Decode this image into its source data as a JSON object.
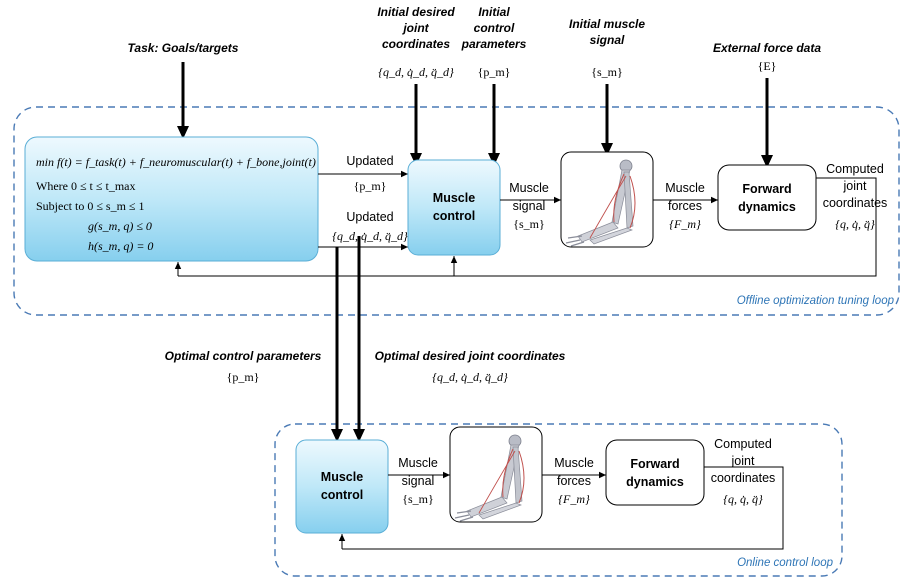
{
  "top_inputs": {
    "task": "Task: Goals/targets",
    "initial_joint": [
      "Initial desired",
      "joint",
      "coordinates"
    ],
    "initial_joint_math": "{q_d, q̇_d, q̈_d}",
    "initial_control": [
      "Initial",
      "control",
      "parameters"
    ],
    "initial_control_math": "{p_m}",
    "initial_signal": [
      "Initial muscle",
      "signal"
    ],
    "initial_signal_math": "{s_m}",
    "external_force": "External force data",
    "external_force_math": "{E}"
  },
  "objective": {
    "line1": "min f(t) = f_task(t) + f_neuromuscular(t) + f_bone,joint(t)",
    "line2": "Where 0 ≤ t ≤ t_max",
    "line3": "Subject to 0 ≤ s_m ≤ 1",
    "line4": "g(s_m, q) ≤ 0",
    "line5": "h(s_m, q) = 0"
  },
  "offline": {
    "updated_label": "Updated",
    "updated_p": "{p_m}",
    "updated_q": "{q_d, q̇_d, q̈_d}",
    "muscle_control": [
      "Muscle",
      "control"
    ],
    "muscle_signal": [
      "Muscle",
      "signal"
    ],
    "signal_math": "{s_m}",
    "muscle_forces": [
      "Muscle",
      "forces"
    ],
    "forces_math": "{F_m}",
    "forward_dynamics": [
      "Forward",
      "dynamics"
    ],
    "computed": [
      "Computed",
      "joint",
      "coordinates"
    ],
    "computed_math": "{q, q̇, q̈}",
    "loop_label": "Offline optimization tuning loop"
  },
  "middle": {
    "optimal_control": "Optimal control  parameters",
    "optimal_control_math": "{p_m}",
    "optimal_joint": "Optimal desired joint coordinates",
    "optimal_joint_math": "{q_d, q̇_d, q̈_d}"
  },
  "online": {
    "muscle_control": [
      "Muscle",
      "control"
    ],
    "muscle_signal": [
      "Muscle",
      "signal"
    ],
    "signal_math": "{s_m}",
    "muscle_forces": [
      "Muscle",
      "forces"
    ],
    "forces_math": "{F_m}",
    "forward_dynamics": [
      "Forward",
      "dynamics"
    ],
    "computed": [
      "Computed",
      "joint",
      "coordinates"
    ],
    "computed_math": "{q, q̇, q̈}",
    "loop_label": "Online control loop"
  },
  "colors": {
    "loop_dash": "#4a7ab5",
    "box_fill_top": "#e4f6fd",
    "box_fill_bottom": "#8fd3f0",
    "box_border": "#5aaed6"
  }
}
